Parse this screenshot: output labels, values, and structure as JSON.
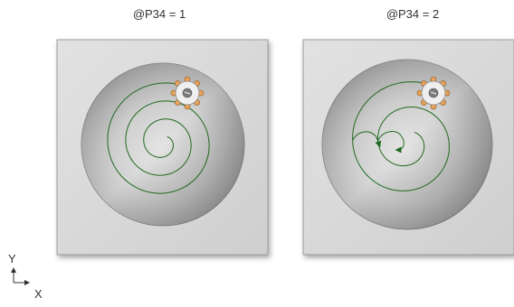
{
  "panels": [
    {
      "title": "@P34 = 1",
      "spiral_turns": 3,
      "tool_teeth": 8
    },
    {
      "title": "@P34 = 2",
      "spiral_turns": 2,
      "tool_teeth": 8
    }
  ],
  "axes": {
    "y_label": "Y",
    "x_label": "X"
  },
  "colors": {
    "path": "#1f6a1f",
    "plate": "#d6d6d6",
    "pocket": "#9a9a9a",
    "tool_teeth": "#e8a25a"
  }
}
